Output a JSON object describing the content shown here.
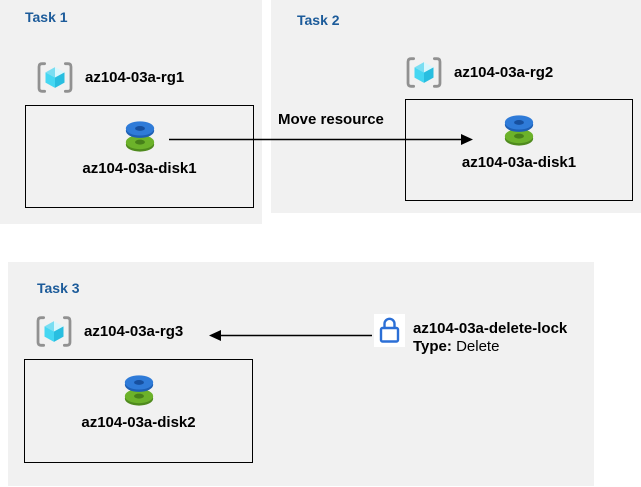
{
  "diagram": {
    "tasks": [
      {
        "title": "Task 1",
        "resource_group": "az104-03a-rg1",
        "resource": "az104-03a-disk1"
      },
      {
        "title": "Task 2",
        "resource_group": "az104-03a-rg2",
        "resource": "az104-03a-disk1"
      },
      {
        "title": "Task 3",
        "resource_group": "az104-03a-rg3",
        "resource": "az104-03a-disk2"
      }
    ],
    "move_arrow": {
      "label": "Move resource"
    },
    "lock": {
      "name": "az104-03a-delete-lock",
      "type_label": "Type:",
      "type_value": "Delete"
    },
    "icons": {
      "resource_group": "resource-group-icon",
      "disk": "disk-icon",
      "lock": "lock-icon"
    },
    "colors": {
      "panel_bg": "#F1F1F1",
      "heading_blue": "#1C5B9A",
      "disk_blue": "#2F7BD8",
      "disk_green": "#6CB22A",
      "cube_cyan": "#45D7F2",
      "bracket_gray": "#919191",
      "lock_blue": "#2B6FD6",
      "arrow_black": "#000000"
    }
  }
}
